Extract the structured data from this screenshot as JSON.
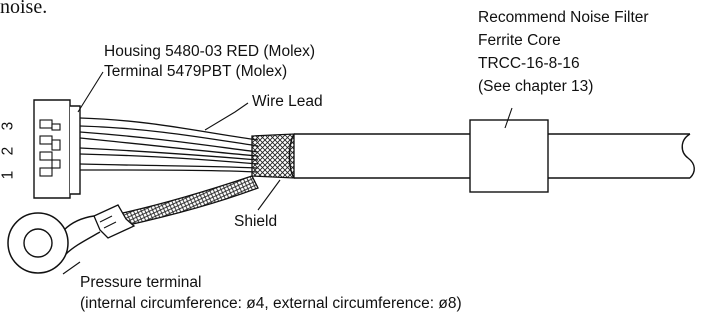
{
  "page_fragment": "noise.",
  "labels": {
    "housing": "Housing 5480-03 RED (Molex)",
    "terminal": "Terminal 5479PBT (Molex)",
    "wire_lead": "Wire Lead",
    "filter_line1": "Recommend Noise Filter",
    "filter_line2": "Ferrite Core",
    "filter_line3": "TRCC-16-8-16",
    "filter_line4": "(See chapter 13)",
    "shield": "Shield",
    "pressure_line1": "Pressure terminal",
    "pressure_line2": "(internal circumference: ø4, external circumference: ø8)"
  },
  "pins": [
    "1",
    "2",
    "3"
  ]
}
